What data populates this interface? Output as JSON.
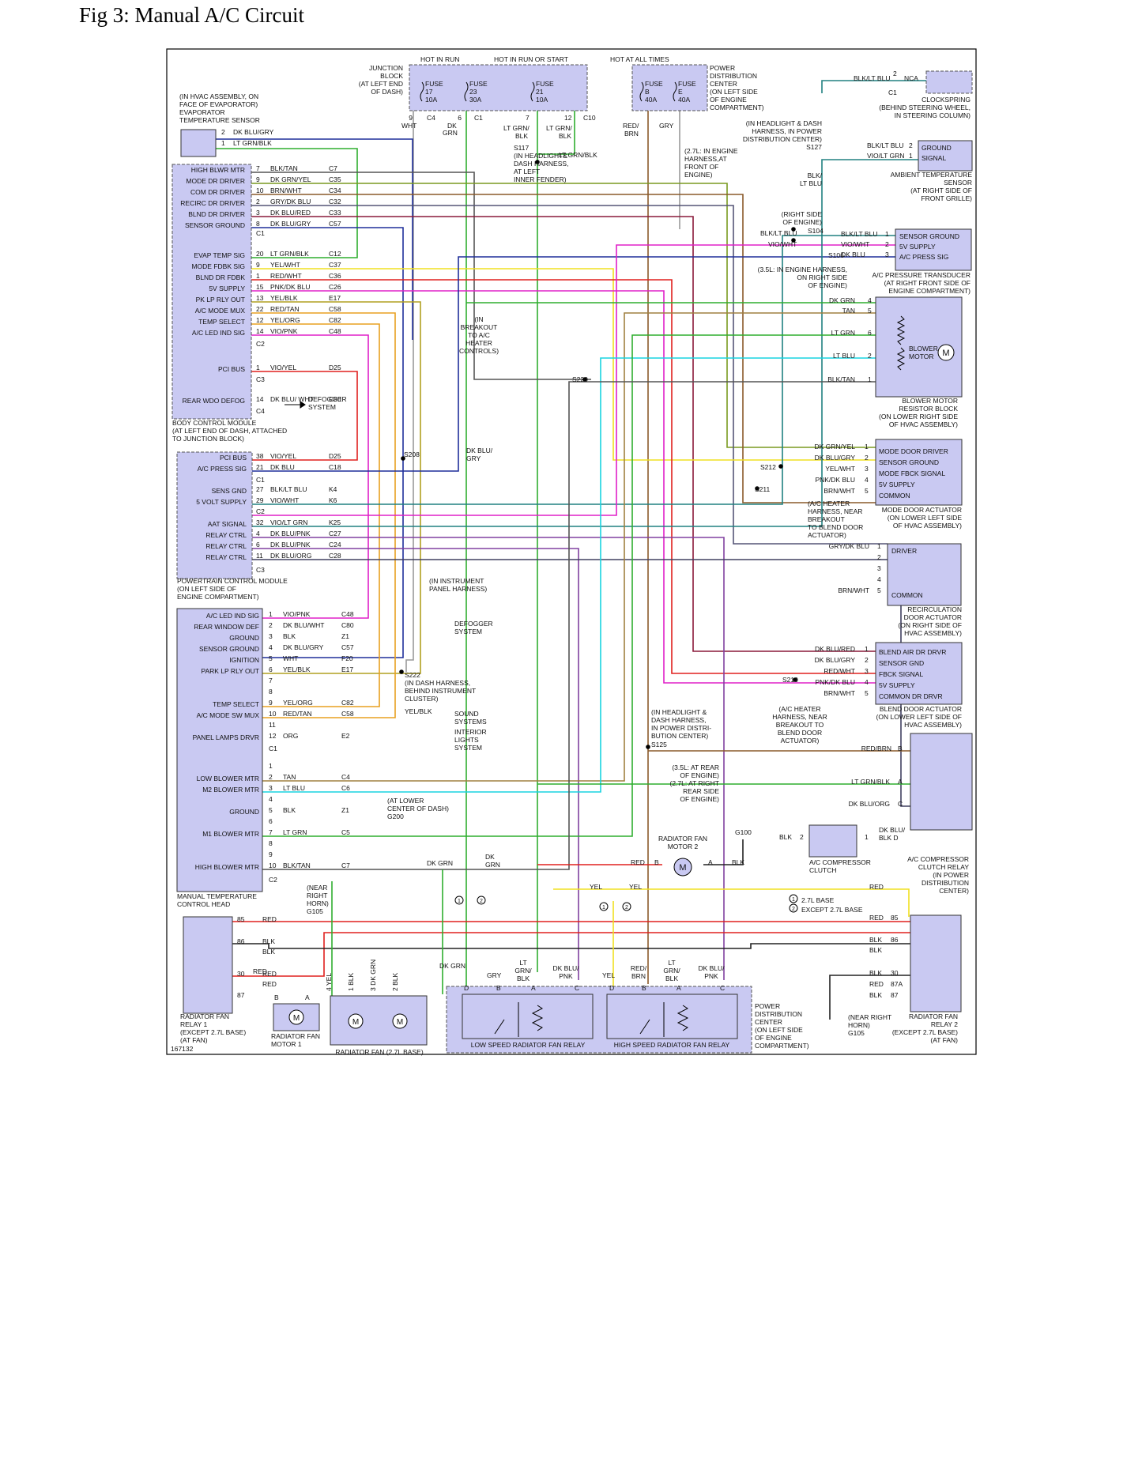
{
  "title": "Fig 3: Manual A/C Circuit",
  "figure_id": "167132",
  "colors": {
    "component_fill": "#c9c9f2",
    "wire_red": "#e0201e",
    "wire_green": "#2fae2f",
    "wire_blue": "#1f2f9a",
    "wire_cyan": "#19d3e0",
    "wire_yellow": "#f0e020",
    "wire_magenta": "#e020c8",
    "wire_orange": "#e8a020",
    "wire_brown": "#8a5a2a",
    "wire_gray": "#999999",
    "wire_violet": "#8040a0",
    "wire_teal": "#208080",
    "wire_black": "#222222"
  },
  "top_labels": {
    "hot_run": "HOT IN RUN",
    "hot_run_start": "HOT IN RUN OR START",
    "hot_always": "HOT AT ALL TIMES",
    "junction_block": [
      "JUNCTION",
      "BLOCK",
      "(AT LEFT END",
      "OF DASH)"
    ],
    "pdc": [
      "POWER",
      "DISTRIBUTION",
      "CENTER",
      "(ON LEFT SIDE",
      "OF ENGINE",
      "COMPARTMENT)"
    ],
    "fuses": [
      {
        "name": "FUSE",
        "num": "17",
        "amp": "10A"
      },
      {
        "name": "FUSE",
        "num": "23",
        "amp": "30A"
      },
      {
        "name": "FUSE",
        "num": "21",
        "amp": "10A"
      },
      {
        "name": "FUSE",
        "num": "B",
        "amp": "40A"
      },
      {
        "name": "FUSE",
        "num": "E",
        "amp": "40A"
      }
    ],
    "connectors": [
      "9",
      "C4",
      "6",
      "C1",
      "7",
      "12",
      "C10"
    ],
    "wire_labels": [
      "WHT",
      "DK",
      "GRN",
      "LT GRN/",
      "BLK",
      "LT GRN/",
      "BLK",
      "RED/",
      "BRN",
      "GRY"
    ],
    "s117": [
      "S117",
      "(IN HEADLIGHT&",
      "DASH HARNESS,",
      "AT LEFT",
      "INNER FENDER)"
    ],
    "lt_grn_blk": "LT GRN/BLK"
  },
  "evap_sensor": {
    "label": [
      "(IN HVAC ASSEMBLY, ON",
      "FACE OF EVAPORATOR)",
      "EVAPORATOR",
      "TEMPERATURE SENSOR"
    ],
    "pins": [
      {
        "n": "2",
        "wire": "DK BLU/GRY"
      },
      {
        "n": "1",
        "wire": "LT GRN/BLK"
      }
    ]
  },
  "bcm": {
    "label": [
      "BODY CONTROL MODULE",
      "(AT LEFT END OF DASH, ATTACHED",
      "TO JUNCTION BLOCK)"
    ],
    "c1": [
      {
        "sig": "HIGH BLWR MTR",
        "pin": "7",
        "wire": "BLK/TAN",
        "ckt": "C7"
      },
      {
        "sig": "MODE DR DRIVER",
        "pin": "9",
        "wire": "DK GRN/YEL",
        "ckt": "C35"
      },
      {
        "sig": "COM DR DRIVER",
        "pin": "10",
        "wire": "BRN/WHT",
        "ckt": "C34"
      },
      {
        "sig": "RECIRC DR DRIVER",
        "pin": "2",
        "wire": "GRY/DK BLU",
        "ckt": "C32"
      },
      {
        "sig": "BLND DR DRIVER",
        "pin": "3",
        "wire": "DK BLU/RED",
        "ckt": "C33"
      },
      {
        "sig": "SENSOR GROUND",
        "pin": "8",
        "wire": "DK BLU/GRY",
        "ckt": "C57"
      }
    ],
    "c2": [
      {
        "sig": "EVAP TEMP SIG",
        "pin": "20",
        "wire": "LT GRN/BLK",
        "ckt": "C12"
      },
      {
        "sig": "MODE FDBK SIG",
        "pin": "9",
        "wire": "YEL/WHT",
        "ckt": "C37"
      },
      {
        "sig": "BLND DR FDBK",
        "pin": "1",
        "wire": "RED/WHT",
        "ckt": "C36"
      },
      {
        "sig": "5V SUPPLY",
        "pin": "15",
        "wire": "PNK/DK BLU",
        "ckt": "C26"
      },
      {
        "sig": "PK LP RLY OUT",
        "pin": "13",
        "wire": "YEL/BLK",
        "ckt": "E17"
      },
      {
        "sig": "A/C MODE MUX",
        "pin": "22",
        "wire": "RED/TAN",
        "ckt": "C58"
      },
      {
        "sig": "TEMP SELECT",
        "pin": "12",
        "wire": "YEL/ORG",
        "ckt": "C82"
      },
      {
        "sig": "A/C LED IND SIG",
        "pin": "14",
        "wire": "VIO/PNK",
        "ckt": "C48"
      }
    ],
    "c3": [
      {
        "sig": "PCI BUS",
        "pin": "1",
        "wire": "VIO/YEL",
        "ckt": "D25"
      }
    ],
    "c4": [
      {
        "sig": "REAR WDO DEFOG",
        "pin": "14",
        "wire": "DK BLU/ WHT",
        "ckt": "C80"
      }
    ],
    "conn_labels": [
      "C1",
      "C2",
      "C3",
      "C4"
    ],
    "defogger": [
      "DEFOGGER",
      "SYSTEM"
    ]
  },
  "pcm": {
    "label": [
      "POWERTRAIN CONTROL MODULE",
      "(ON LEFT SIDE OF",
      "ENGINE COMPARTMENT)"
    ],
    "c1": [
      {
        "sig": "PCI BUS",
        "pin": "38",
        "wire": "VIO/YEL",
        "ckt": "D25"
      },
      {
        "sig": "A/C PRESS SIG",
        "pin": "21",
        "wire": "DK BLU",
        "ckt": "C18"
      }
    ],
    "c2": [
      {
        "sig": "SENS GND",
        "pin": "27",
        "wire": "BLK/LT BLU",
        "ckt": "K4"
      },
      {
        "sig": "5 VOLT SUPPLY",
        "pin": "29",
        "wire": "VIO/WHT",
        "ckt": "K6"
      }
    ],
    "c3": [
      {
        "sig": "AAT SIGNAL",
        "pin": "32",
        "wire": "VIO/LT GRN",
        "ckt": "K25"
      },
      {
        "sig": "RELAY CTRL",
        "pin": "4",
        "wire": "DK BLU/PNK",
        "ckt": "C27"
      },
      {
        "sig": "RELAY CTRL",
        "pin": "6",
        "wire": "DK BLU/PNK",
        "ckt": "C24"
      },
      {
        "sig": "RELAY CTRL",
        "pin": "11",
        "wire": "DK BLU/ORG",
        "ckt": "C28"
      }
    ],
    "conn_labels": [
      "C1",
      "C2",
      "C3"
    ],
    "s208": "S208",
    "dk_blu_gry": [
      "DK BLU/",
      "GRY"
    ],
    "ip_harness": [
      "(IN INSTRUMENT",
      "PANEL HARNESS)"
    ]
  },
  "mtc": {
    "label": [
      "MANUAL TEMPERATURE",
      "CONTROL HEAD"
    ],
    "c1": [
      {
        "sig": "A/C LED IND SIG",
        "pin": "1",
        "wire": "VIO/PNK",
        "ckt": "C48"
      },
      {
        "sig": "REAR WINDOW DEF",
        "pin": "2",
        "wire": "DK BLU/WHT",
        "ckt": "C80"
      },
      {
        "sig": "GROUND",
        "pin": "3",
        "wire": "BLK",
        "ckt": "Z1"
      },
      {
        "sig": "SENSOR GROUND",
        "pin": "4",
        "wire": "DK BLU/GRY",
        "ckt": "C57"
      },
      {
        "sig": "IGNITION",
        "pin": "5",
        "wire": "WHT",
        "ckt": "F20"
      },
      {
        "sig": "PARK LP RLY OUT",
        "pin": "6",
        "wire": "YEL/BLK",
        "ckt": "E17"
      },
      {
        "sig": "",
        "pin": "7",
        "wire": "",
        "ckt": ""
      },
      {
        "sig": "",
        "pin": "8",
        "wire": "",
        "ckt": ""
      },
      {
        "sig": "TEMP SELECT",
        "pin": "9",
        "wire": "YEL/ORG",
        "ckt": "C82"
      },
      {
        "sig": "A/C MODE SW MUX",
        "pin": "10",
        "wire": "RED/TAN",
        "ckt": "C58"
      },
      {
        "sig": "",
        "pin": "11",
        "wire": "",
        "ckt": ""
      },
      {
        "sig": "PANEL LAMPS DRVR",
        "pin": "12",
        "wire": "ORG",
        "ckt": "E2"
      }
    ],
    "c2": [
      {
        "sig": "",
        "pin": "1",
        "wire": "",
        "ckt": ""
      },
      {
        "sig": "LOW BLOWER MTR",
        "pin": "2",
        "wire": "TAN",
        "ckt": "C4"
      },
      {
        "sig": "M2 BLOWER MTR",
        "pin": "3",
        "wire": "LT BLU",
        "ckt": "C6"
      },
      {
        "sig": "",
        "pin": "4",
        "wire": "",
        "ckt": ""
      },
      {
        "sig": "GROUND",
        "pin": "5",
        "wire": "BLK",
        "ckt": "Z1"
      },
      {
        "sig": "",
        "pin": "6",
        "wire": "",
        "ckt": ""
      },
      {
        "sig": "M1 BLOWER MTR",
        "pin": "7",
        "wire": "LT GRN",
        "ckt": "C5"
      },
      {
        "sig": "",
        "pin": "8",
        "wire": "",
        "ckt": ""
      },
      {
        "sig": "",
        "pin": "9",
        "wire": "",
        "ckt": ""
      },
      {
        "sig": "HIGH BLOWER MTR",
        "pin": "10",
        "wire": "BLK/TAN",
        "ckt": "C7"
      }
    ],
    "conn_labels": [
      "C1",
      "C2"
    ],
    "defogger": [
      "DEFOGGER",
      "SYSTEM"
    ],
    "s222": [
      "S222",
      "(IN DASH HARNESS,",
      "BEHIND INSTRUMENT",
      "CLUSTER)"
    ],
    "yel_blk": "YEL/BLK",
    "sound": [
      "SOUND",
      "SYSTEMS"
    ],
    "interior": [
      "INTERIOR",
      "LIGHTS",
      "SYSTEM"
    ],
    "g200": [
      "(AT LOWER",
      "CENTER OF DASH)",
      "G200"
    ]
  },
  "right_side": {
    "clockspring": {
      "wire": "BLK/LT BLU",
      "pin": "2",
      "nca": "NCA",
      "conn": "C1",
      "label": [
        "CLOCKSPRING",
        "(BEHIND STEERING WHEEL,",
        "IN STEERING COLUMN)"
      ]
    },
    "s127": [
      "(IN HEADLIGHT & DASH",
      "HARNESS, IN POWER",
      "DISTRIBUTION CENTER)",
      "S127"
    ],
    "ambient": {
      "pins": [
        {
          "n": "2",
          "wire": "BLK/LT BLU",
          "sig": "GROUND"
        },
        {
          "n": "1",
          "wire": "VIO/LT GRN",
          "sig": "SIGNAL"
        }
      ],
      "label": [
        "AMBIENT TEMPERATURE",
        "SENSOR",
        "(AT RIGHT SIDE OF",
        "FRONT GRILLE)"
      ]
    },
    "engine_harness_27": [
      "(2.7L: IN ENGINE",
      "HARNESS,AT",
      "FRONT OF",
      "ENGINE)"
    ],
    "blk_lt_blu": [
      "BLK/",
      "LT BLU"
    ],
    "s104": [
      "(RIGHT SIDE",
      "OF ENGINE)",
      "S104",
      "BLK/LT BLU",
      "VIO/WHT"
    ],
    "s106": [
      "S106",
      "(3.5L: IN ENGINE HARNESS,",
      "ON RIGHT SIDE",
      "OF ENGINE)"
    ],
    "pressure": {
      "pins": [
        {
          "n": "1",
          "wire": "BLK/LT BLU",
          "sig": "SENSOR GROUND"
        },
        {
          "n": "2",
          "wire": "VIO/WHT",
          "sig": "5V SUPPLY"
        },
        {
          "n": "3",
          "wire": "DK BLU",
          "sig": "A/C PRESS SIG"
        }
      ],
      "label": [
        "A/C PRESSURE TRANSDUCER",
        "(AT RIGHT FRONT SIDE OF",
        "ENGINE COMPARTMENT)"
      ]
    },
    "blower_resistor": {
      "pins": [
        {
          "n": "4",
          "wire": "DK GRN"
        },
        {
          "n": "5",
          "wire": "TAN"
        },
        {
          "n": "6",
          "wire": "LT GRN"
        },
        {
          "n": "2",
          "wire": "LT BLU"
        },
        {
          "n": "1",
          "wire": "BLK/TAN"
        }
      ],
      "motor": [
        "BLOWER",
        "MOTOR"
      ],
      "label": [
        "BLOWER MOTOR",
        "RESISTOR BLOCK",
        "(ON LOWER RIGHT SIDE",
        "OF HVAC ASSEMBLY)"
      ]
    },
    "breakout": [
      "(IN",
      "BREAKOUT",
      "TO A/C",
      "HEATER",
      "CONTROLS)"
    ],
    "s220": "S220",
    "mode_door": {
      "pins": [
        {
          "n": "1",
          "wire": "DK GRN/YEL",
          "sig": "MODE DOOR DRIVER"
        },
        {
          "n": "2",
          "wire": "DK BLU/GRY",
          "sig": "SENSOR GROUND"
        },
        {
          "n": "3",
          "wire": "YEL/WHT",
          "sig": "MODE FBCK SIGNAL"
        },
        {
          "n": "4",
          "wire": "PNK/DK BLU",
          "sig": "5V SUPPLY"
        },
        {
          "n": "5",
          "wire": "BRN/WHT",
          "sig": "COMMON"
        }
      ],
      "label": [
        "MODE DOOR ACTUATOR",
        "(ON LOWER LEFT SIDE",
        "OF HVAC ASSEMBLY)"
      ]
    },
    "s212": "S212",
    "s211": "S211",
    "breakout_blend": [
      "(A/C HEATER",
      "HARNESS, NEAR",
      "BREAKOUT",
      "TO BLEND DOOR",
      "ACTUATOR)"
    ],
    "recirc": {
      "pins": [
        {
          "n": "1",
          "wire": "GRY/DK BLU",
          "sig": "DRIVER"
        },
        {
          "n": "2",
          "wire": "",
          "sig": ""
        },
        {
          "n": "3",
          "wire": "",
          "sig": ""
        },
        {
          "n": "4",
          "wire": "",
          "sig": ""
        },
        {
          "n": "5",
          "wire": "BRN/WHT",
          "sig": "COMMON"
        }
      ],
      "label": [
        "RECIRCULATION",
        "DOOR ACTUATOR",
        "(ON RIGHT SIDE OF",
        "HVAC ASSEMBLY)"
      ]
    },
    "blend": {
      "pins": [
        {
          "n": "1",
          "wire": "DK BLU/RED",
          "sig": "BLEND AIR DR DRVR"
        },
        {
          "n": "2",
          "wire": "DK BLU/GRY",
          "sig": "SENSOR GND"
        },
        {
          "n": "3",
          "wire": "RED/WHT",
          "sig": "FBCK SIGNAL"
        },
        {
          "n": "4",
          "wire": "PNK/DK BLU",
          "sig": "5V SUPPLY"
        },
        {
          "n": "5",
          "wire": "BRN/WHT",
          "sig": "COMMON DR DRVR"
        }
      ],
      "label": [
        "BLEND DOOR ACTUATOR",
        "(ON LOWER LEFT SIDE OF",
        "HVAC ASSEMBLY)"
      ]
    },
    "s210": "S210",
    "breakout_blend2": [
      "(A/C HEATER",
      "HARNESS, NEAR",
      "BREAKOUT TO",
      "BLEND DOOR",
      "ACTUATOR)"
    ],
    "s125": [
      "(IN HEADLIGHT &",
      "DASH HARNESS,",
      "IN POWER DISTRI-",
      "BUTION CENTER)",
      "S125"
    ],
    "rear_engine": [
      "(3.5L: AT REAR",
      "OF ENGINE)",
      "(2.7L: AT RIGHT",
      "REAR SIDE",
      "OF ENGINE)"
    ],
    "g100": "G100",
    "clutch_relay": {
      "pins": [
        {
          "n": "B",
          "wire": "RED/BRN"
        },
        {
          "n": "A",
          "wire": "LT GRN/BLK"
        },
        {
          "n": "C",
          "wire": "DK BLU/ORG"
        }
      ],
      "label": [
        "A/C COMPRESSOR",
        "CLUTCH RELAY",
        "(IN POWER",
        "DISTRIBUTION",
        "CENTER)"
      ]
    },
    "clutch": {
      "wires": [
        "BLK",
        "2",
        "1",
        "DK BLU/",
        "BLK",
        "D"
      ],
      "label": [
        "A/C COMPRESSOR",
        "CLUTCH"
      ]
    },
    "fan_motor2": {
      "label": [
        "RADIATOR FAN",
        "MOTOR 2"
      ],
      "wires": [
        "RED",
        "B",
        "A",
        "BLK"
      ]
    }
  },
  "bottom": {
    "wire_labels": [
      "DK GRN",
      "DK",
      "GRN",
      "YEL",
      "YEL",
      "RED"
    ],
    "legend": [
      "2.7L BASE",
      "EXCEPT 2.7L BASE"
    ],
    "legend_marks": [
      "1",
      "2"
    ],
    "near_horn_left": [
      "(NEAR",
      "RIGHT",
      "HORN)",
      "G105"
    ],
    "relay1": {
      "pins": [
        {
          "n": "85",
          "wire": "RED"
        },
        {
          "n": "86",
          "wire": "BLK"
        },
        {
          "n": "",
          "wire": "BLK"
        },
        {
          "n": "30",
          "wire": "RED"
        },
        {
          "n": "",
          "wire": "RED"
        },
        {
          "n": "87",
          "wire": ""
        }
      ],
      "label": [
        "RADIATOR FAN",
        "RELAY 1",
        "(EXCEPT 2.7L BASE)",
        "(AT FAN)"
      ]
    },
    "relay2": {
      "pins": [
        {
          "n": "85",
          "wire": "RED"
        },
        {
          "n": "86",
          "wire": "BLK"
        },
        {
          "n": "",
          "wire": "BLK"
        },
        {
          "n": "30",
          "wire": "BLK"
        },
        {
          "n": "87A",
          "wire": "RED"
        },
        {
          "n": "87",
          "wire": "BLK"
        }
      ],
      "label": [
        "RADIATOR FAN",
        "RELAY 2",
        "(EXCEPT 2.7L BASE)",
        "(AT FAN)"
      ]
    },
    "fan_motor1": [
      "RADIATOR FAN",
      "MOTOR 1"
    ],
    "radiator_fan": [
      "RADIATOR FAN",
      "(2.7L BASE)"
    ],
    "fan_motor1_wires": [
      "B",
      "A"
    ],
    "rad_fan_wires": [
      "4",
      "YEL",
      "1",
      "BLK",
      "3",
      "DK GRN",
      "2",
      "BLK"
    ],
    "relay_red": "RED",
    "low_relay": {
      "label": "LOW SPEED RADIATOR FAN RELAY",
      "pins": [
        "D",
        "B",
        "A",
        "C"
      ],
      "wires": [
        "DK GRN",
        "GRY",
        "LT GRN/ BLK",
        "DK BLU/ PNK"
      ]
    },
    "high_relay": {
      "label": "HIGH SPEED RADIATOR FAN RELAY",
      "pins": [
        "D",
        "B",
        "A",
        "C"
      ],
      "wires": [
        "YEL",
        "RED/ BRN",
        "LT GRN/ BLK",
        "DK BLU/ PNK"
      ]
    },
    "pdc_label": [
      "POWER",
      "DISTRIBUTION",
      "CENTER",
      "(ON LEFT SIDE",
      "OF ENGINE",
      "COMPARTMENT)"
    ],
    "near_horn_right": [
      "(NEAR RIGHT",
      "HORN)",
      "G105"
    ]
  }
}
